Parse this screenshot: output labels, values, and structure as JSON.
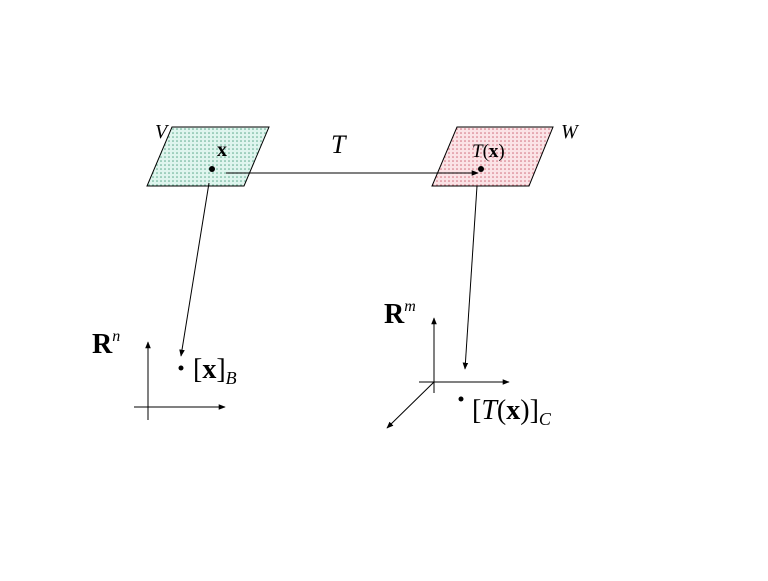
{
  "diagram": {
    "space_v": {
      "label": "V",
      "fill": "#cfeee4",
      "dot_color": "#5aa88a"
    },
    "space_w": {
      "label": "W",
      "fill": "#f7d3d8",
      "dot_color": "#d06b7a"
    },
    "vector_x": {
      "label": "x"
    },
    "image_tx": {
      "label_t": "T",
      "label_paren_open": "(",
      "label_x": "x",
      "label_paren_close": ")"
    },
    "map_t": {
      "label": "T"
    },
    "rn": {
      "label_r": "R",
      "label_exp": "n"
    },
    "rm": {
      "label_r": "R",
      "label_exp": "m"
    },
    "coord_x": {
      "bracket_open": "[",
      "vec": "x",
      "bracket_close": "]",
      "sub": "B"
    },
    "coord_tx": {
      "bracket_open": "[",
      "t": "T",
      "paren_open": "(",
      "vec": "x",
      "paren_close": ")",
      "bracket_close": "]",
      "sub": "C"
    },
    "colors": {
      "ink": "#000000"
    }
  }
}
